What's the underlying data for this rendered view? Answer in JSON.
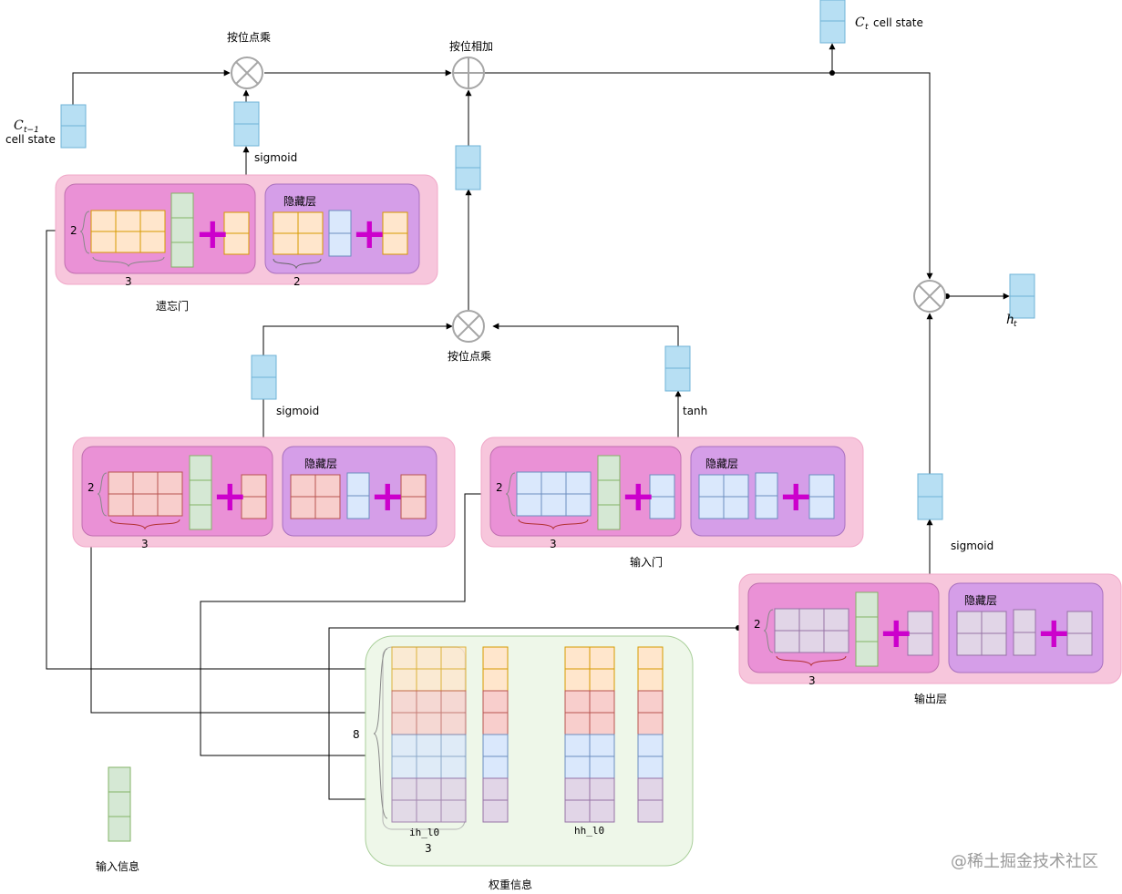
{
  "labels": {
    "mult_top": "按位点乘",
    "add_top": "按位相加",
    "mult_mid": "按位点乘",
    "ct_symbol": "C",
    "ct_sub": "t",
    "ct_text": "cell state",
    "ct1_symbol": "C",
    "ct1_sub": "t−1",
    "ct1_text": "cell state",
    "ht_symbol": "h",
    "ht_sub": "t",
    "sigmoid_forget": "sigmoid",
    "sigmoid_input": "sigmoid",
    "tanh": "tanh",
    "sigmoid_output": "sigmoid"
  },
  "gates": {
    "forget": {
      "name": "遗忘门",
      "hidden": "隐藏层",
      "rows": "2",
      "cols": "3",
      "hidden_cols": "2"
    },
    "input_sigmoid": {
      "hidden": "隐藏层",
      "rows": "2",
      "cols": "3"
    },
    "input_tanh": {
      "name": "输入门",
      "hidden": "隐藏层",
      "rows": "2",
      "cols": "3"
    },
    "output": {
      "name": "输出层",
      "hidden": "隐藏层",
      "rows": "2",
      "cols": "3"
    }
  },
  "weights": {
    "title": "权重信息",
    "ih_label": "ih_l0",
    "hh_label": "hh_l0",
    "rows": "8",
    "cols": "3"
  },
  "input": {
    "label": "输入信息"
  },
  "watermark": "@稀土掘金技术社区",
  "colors": {
    "cell_blue": "#b7dff3",
    "gate_box": "#f7c6dc",
    "gate_inner": "#ea91d6",
    "hidden_inner": "#d59ee8",
    "green": "#d5e8d4",
    "orange": "#ffe6cc",
    "red": "#f8cecc",
    "blue": "#dae8fc",
    "purple": "#e1d5e7",
    "plus": "#cc00cc",
    "weights_bg": "#eef7e9"
  }
}
